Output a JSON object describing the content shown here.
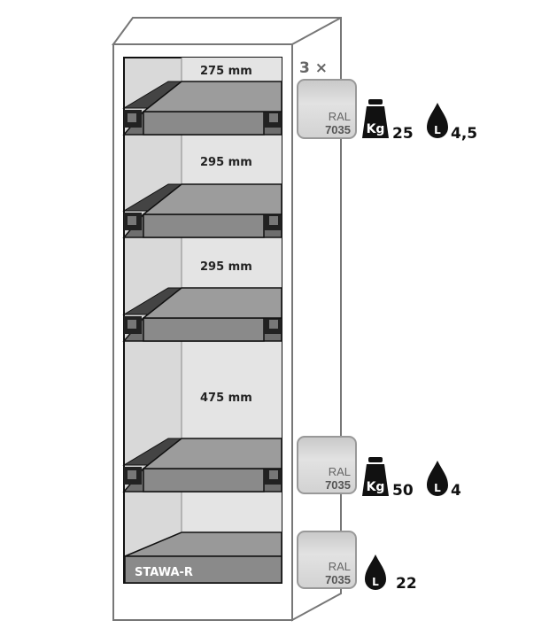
{
  "dimensions": [
    "275 mm",
    "295 mm",
    "295 mm",
    "475 mm"
  ],
  "shelf_quantity": "3 ×",
  "swatches": [
    {
      "label": "RAL",
      "code": "7035",
      "weight": "25",
      "volume": "4,5"
    },
    {
      "label": "RAL",
      "code": "7035",
      "weight": "50",
      "volume": "4"
    },
    {
      "label": "RAL",
      "code": "7035",
      "volume": "22"
    }
  ],
  "kg_label": "Kg",
  "liter_label": "L",
  "brand_label": "STAWA-R",
  "colors": {
    "back": "#d9d9d9",
    "shelf": "#8a8a8a",
    "swatch": "#d4d4d4"
  }
}
